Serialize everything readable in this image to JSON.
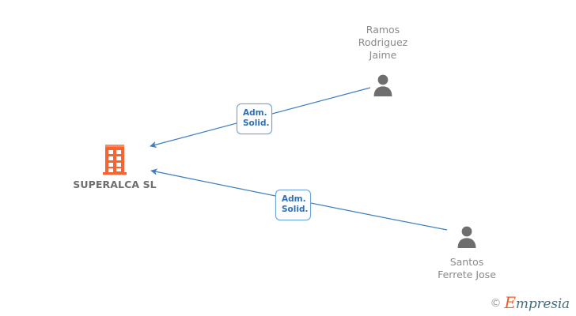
{
  "diagram": {
    "type": "corporate-relationship-graph",
    "company": {
      "name": "SUPERALCA SL",
      "icon": "building-icon",
      "color": "#f96332"
    },
    "persons": [
      {
        "id": "person-ramos-rodriguez-jaime",
        "name": "Ramos\nRodriguez\nJaime",
        "icon": "person-icon",
        "color": "#6e6e6e",
        "label_position": "above"
      },
      {
        "id": "person-santos-ferrete-jose",
        "name": "Santos\nFerrete Jose",
        "icon": "person-icon",
        "color": "#6e6e6e",
        "label_position": "below"
      }
    ],
    "edges": [
      {
        "id": "edge-ramos-to-superalca",
        "from": "person-ramos-rodriguez-jaime",
        "to": "company-superalca-sl",
        "label": "Adm.\nSolid.",
        "color": "#3d7ebf",
        "arrow": "to-company"
      },
      {
        "id": "edge-santos-to-superalca",
        "from": "person-santos-ferrete-jose",
        "to": "company-superalca-sl",
        "label": "Adm.\nSolid.",
        "color": "#3d7ebf",
        "arrow": "to-company"
      }
    ]
  },
  "watermark": {
    "copyright": "©",
    "brand_initial": "E",
    "brand_rest": "mpresia"
  }
}
